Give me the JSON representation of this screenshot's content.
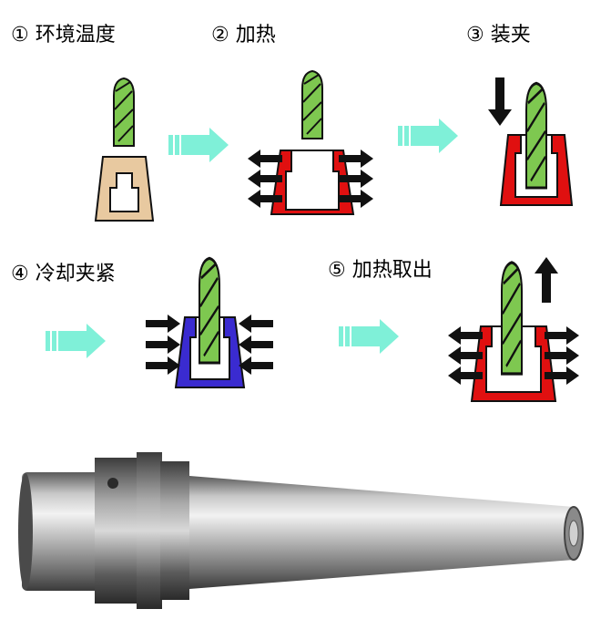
{
  "steps": [
    {
      "label": "① 环境温度"
    },
    {
      "label": "② 加热"
    },
    {
      "label": "③ 装夹"
    },
    {
      "label": "④ 冷却夹紧"
    },
    {
      "label": "⑤ 加热取出"
    }
  ],
  "colors": {
    "sleeve_ambient": "#e8c9a0",
    "sleeve_hot": "#e01010",
    "sleeve_cold": "#3a2bd0",
    "tool_green": "#7ec850",
    "arrow_dark": "#111111",
    "process_arrow": "#7ff0d8"
  }
}
